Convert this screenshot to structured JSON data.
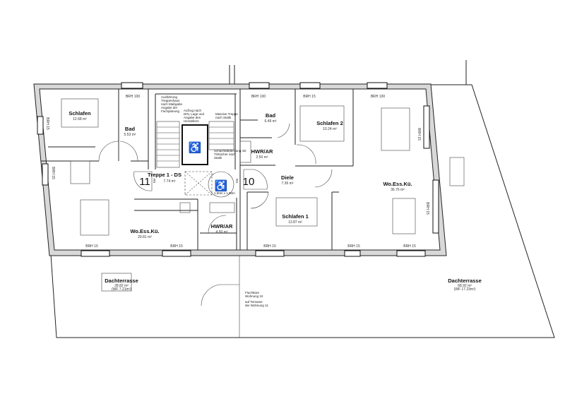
{
  "title": "Grundriss Dachgeschoss Wohnung 10 / 11",
  "units": [
    {
      "number": "11"
    },
    {
      "number": "10"
    }
  ],
  "rooms": [
    {
      "name": "Schlafen",
      "area": "12.68 m²"
    },
    {
      "name": "Bad",
      "area": "5.53 m²"
    },
    {
      "name": "Treppe 1 - DS",
      "area": "7.74 m²"
    },
    {
      "name": "HWR/AR",
      "area": "4.50 m²"
    },
    {
      "name": "Wo.Ess.Kü.",
      "area": "29.81 m²"
    },
    {
      "name": "Bad",
      "area": "6.49 m²"
    },
    {
      "name": "Schlafen 2",
      "area": "10.24 m²"
    },
    {
      "name": "HWR/AR",
      "area": "2.50 m²"
    },
    {
      "name": "Diele",
      "area": "7.36 m²"
    },
    {
      "name": "Wo.Ess.Kü.",
      "area": "36.76 m²"
    },
    {
      "name": "Schlafen 1",
      "area": "13.87 m²"
    }
  ],
  "terraces": [
    {
      "name": "Dachterrasse",
      "area": "28.82 m²",
      "wf": "(WF 7.21m²)"
    },
    {
      "name": "Dachterrasse",
      "area": "68.92 m²",
      "wf": "(WF 17.23m²)"
    }
  ],
  "brh": {
    "b100": "BRH 100",
    "b15": "BRH 15"
  },
  "notes": {
    "escape": [
      "Fluchttüre",
      "Wohnung 10",
      "auf Terrasse",
      "der Wohnung 11"
    ],
    "stair1": [
      "Ausführung",
      "Treppenhaus",
      "nach Maßgabe",
      "Angabe der",
      "Fachplanung"
    ],
    "lift": [
      "Aufzug nach",
      "DIN, Lage und",
      "Angabe des",
      "Herstellers"
    ],
    "stair2": [
      "Massive Treppe",
      "nach Statik"
    ],
    "shaft": [
      "Schachtabdeckung mit",
      "Trittsicher nach",
      "Statik"
    ],
    "turn": "1,50m x 1,50m",
    "rs": "RS"
  }
}
